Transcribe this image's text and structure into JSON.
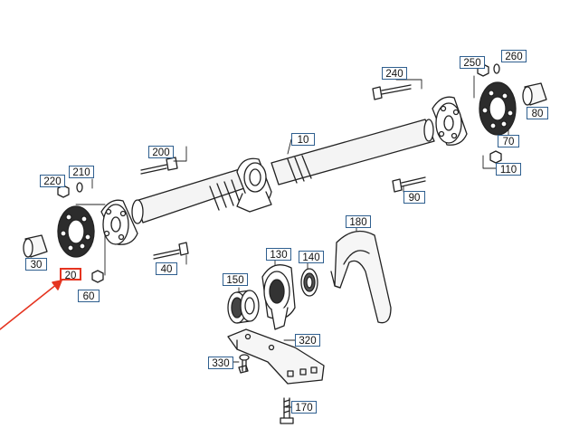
{
  "diagram": {
    "highlight_color": "#e53420",
    "box_color": "#2f5f8f",
    "parts": [
      {
        "id": "10",
        "label": "10"
      },
      {
        "id": "20",
        "label": "20",
        "highlighted": true
      },
      {
        "id": "30",
        "label": "30"
      },
      {
        "id": "40",
        "label": "40"
      },
      {
        "id": "60",
        "label": "60"
      },
      {
        "id": "70",
        "label": "70"
      },
      {
        "id": "80",
        "label": "80"
      },
      {
        "id": "90",
        "label": "90"
      },
      {
        "id": "110",
        "label": "110"
      },
      {
        "id": "130",
        "label": "130"
      },
      {
        "id": "140",
        "label": "140"
      },
      {
        "id": "150",
        "label": "150"
      },
      {
        "id": "170",
        "label": "170"
      },
      {
        "id": "180",
        "label": "180"
      },
      {
        "id": "200",
        "label": "200"
      },
      {
        "id": "210",
        "label": "210"
      },
      {
        "id": "220",
        "label": "220"
      },
      {
        "id": "240",
        "label": "240"
      },
      {
        "id": "250",
        "label": "250"
      },
      {
        "id": "260",
        "label": "260"
      },
      {
        "id": "320",
        "label": "320"
      },
      {
        "id": "330",
        "label": "330"
      }
    ]
  }
}
